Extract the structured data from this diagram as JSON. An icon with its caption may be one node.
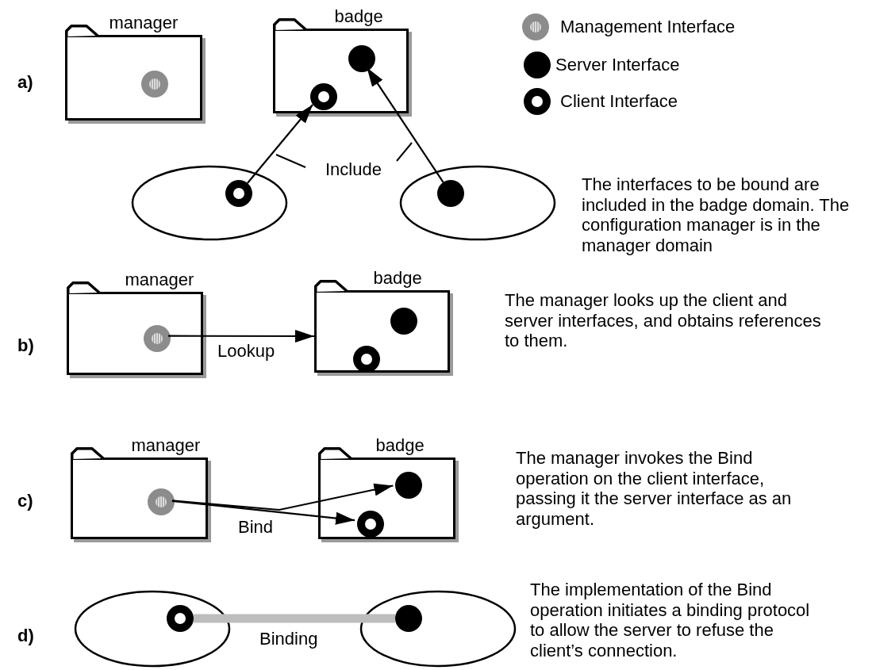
{
  "diagram": {
    "nodes": [
      {
        "text": [
          "manager"
        ]
      },
      {
        "text": [],
        "shape": "circle",
        "in": 0
      },
      {
        "text": [
          "badge"
        ]
      },
      {
        "text": [],
        "shape": "circle",
        "in": 2
      },
      {
        "text": [],
        "shape": "circle",
        "in": 2
      },
      {
        "text": [],
        "shape": "ellipse"
      },
      {
        "text": [],
        "shape": "circle",
        "in": 5
      },
      {
        "text": [],
        "shape": "ellipse"
      },
      {
        "text": [],
        "shape": "circle",
        "in": 7
      },
      {
        "text": [
          "manager"
        ]
      },
      {
        "text": [],
        "shape": "circle",
        "in": 9
      },
      {
        "text": [
          "badge"
        ]
      },
      {
        "text": [],
        "shape": "circle",
        "in": 11
      },
      {
        "text": [],
        "shape": "circle",
        "in": 11
      },
      {
        "text": [
          "manager"
        ]
      },
      {
        "text": [],
        "shape": "circle",
        "in": 14
      },
      {
        "text": [
          "badge"
        ]
      },
      {
        "text": [],
        "shape": "circle",
        "in": 16
      },
      {
        "text": [],
        "shape": "circle",
        "in": 16
      },
      {
        "text": [],
        "shape": "ellipse"
      },
      {
        "text": [],
        "shape": "circle",
        "in": 19
      },
      {
        "text": [],
        "shape": "ellipse"
      },
      {
        "text": [],
        "shape": "circle",
        "in": 21
      }
    ],
    "edges": [
      {
        "from": 6,
        "to": 4,
        "arrow": "to",
        "label": "Include"
      },
      {
        "from": 8,
        "to": 3,
        "arrow": "to"
      },
      {
        "from": 10,
        "to": 11,
        "arrow": "to",
        "label": "Lookup"
      },
      {
        "from": 15,
        "to": 18,
        "arrow": "to",
        "label": "Bind"
      },
      {
        "from": 15,
        "to": 17,
        "arrow": "to"
      },
      {
        "from": 20,
        "to": 22,
        "arrow": "none",
        "label": "Binding",
        "style": "thick",
        "color": "#bdbdbd"
      }
    ],
    "labels": [
      "a)",
      "The interfaces to be bound are included in the badge domain. The configuration manager is in the manager domain",
      "b)",
      "The manager looks up the client and server interfaces, and obtains references to them.",
      "c)",
      "The manager invokes the Bind operation on the client interface, passing it the server interface as an argument.",
      "d)",
      "The implementation of the Bind operation initiates a binding protocol to allow the server to refuse the client’s connection."
    ],
    "legend": [
      {
        "text": "Management Interface"
      },
      {
        "text": "Server Interface"
      },
      {
        "text": "Client Interface"
      }
    ]
  }
}
